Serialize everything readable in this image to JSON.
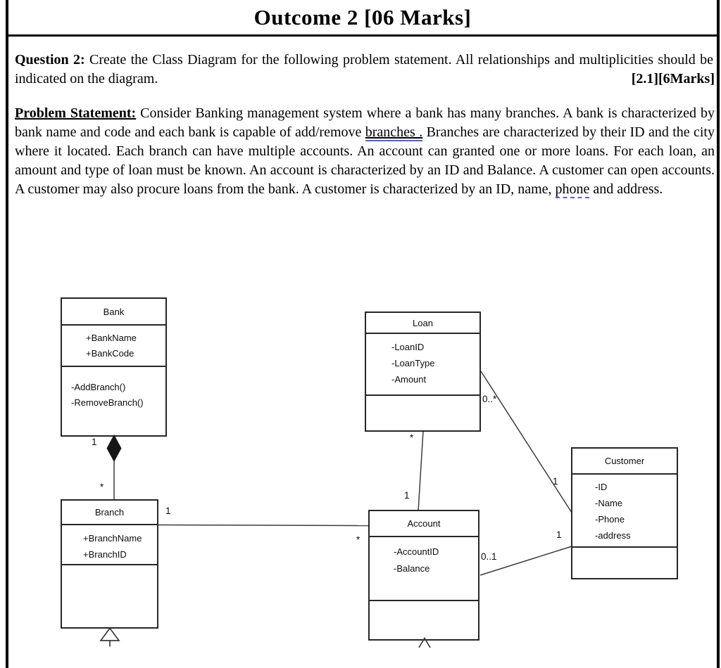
{
  "page": {
    "title": "Outcome 2 [06 Marks]",
    "question": {
      "label": "Question 2:",
      "text": " Create the Class Diagram for the following problem statement. All relationships and multiplicities should be indicated on the diagram.",
      "marks": "[2.1][6Marks]"
    },
    "problem": {
      "label": "Problem Statement:",
      "part1": " Consider Banking management system where a bank has many branches. A bank is characterized by bank name and code and each bank is capable of add/remove ",
      "underlined_word": "branches .",
      "part2": " Branches are characterized by their ID and the city where it located. Each branch can have multiple accounts. An account can granted one or more loans. For each loan, an amount and type of loan must be known. An account is characterized by an ID and Balance. A customer can open accounts. A customer may also procure loans from the bank. A customer is characterized by an ID, name, ",
      "dotted_word": "phone",
      "part3": " and address."
    }
  },
  "colors": {
    "text": "#000000",
    "box_border": "#262626",
    "relation_line": "#3c3c3c",
    "grammar_underline": "#4d5fd0",
    "spell_underline": "#5a5ad8"
  },
  "diagram": {
    "classes": [
      {
        "name": "Bank",
        "attributes": [
          "+BankName",
          "+BankCode"
        ],
        "methods": [
          "-AddBranch()",
          "-RemoveBranch()"
        ]
      },
      {
        "name": "Loan",
        "attributes": [
          "-LoanID",
          "-LoanType",
          "-Amount"
        ],
        "methods": []
      },
      {
        "name": "Branch",
        "attributes": [
          "+BranchName",
          "+BranchID"
        ],
        "methods": []
      },
      {
        "name": "Account",
        "attributes": [
          "-AccountID",
          "-Balance"
        ],
        "methods": []
      },
      {
        "name": "Customer",
        "attributes": [
          "-ID",
          "-Name",
          "-Phone",
          "-address"
        ],
        "methods": []
      }
    ],
    "relationships": [
      {
        "from": "Bank",
        "to": "Branch",
        "type": "composition",
        "from_label": "1",
        "to_label": "*"
      },
      {
        "from": "Branch",
        "to": "Account",
        "type": "association",
        "from_label": "1",
        "to_label": "*"
      },
      {
        "from": "Loan",
        "to": "Account",
        "type": "association",
        "from_label": "*",
        "to_label": "1"
      },
      {
        "from": "Loan",
        "to": "Customer",
        "type": "association",
        "from_label": "0..*",
        "to_label": "1"
      },
      {
        "from": "Account",
        "to": "Customer",
        "type": "association",
        "from_label": "0..1",
        "to_label": "1"
      }
    ]
  }
}
